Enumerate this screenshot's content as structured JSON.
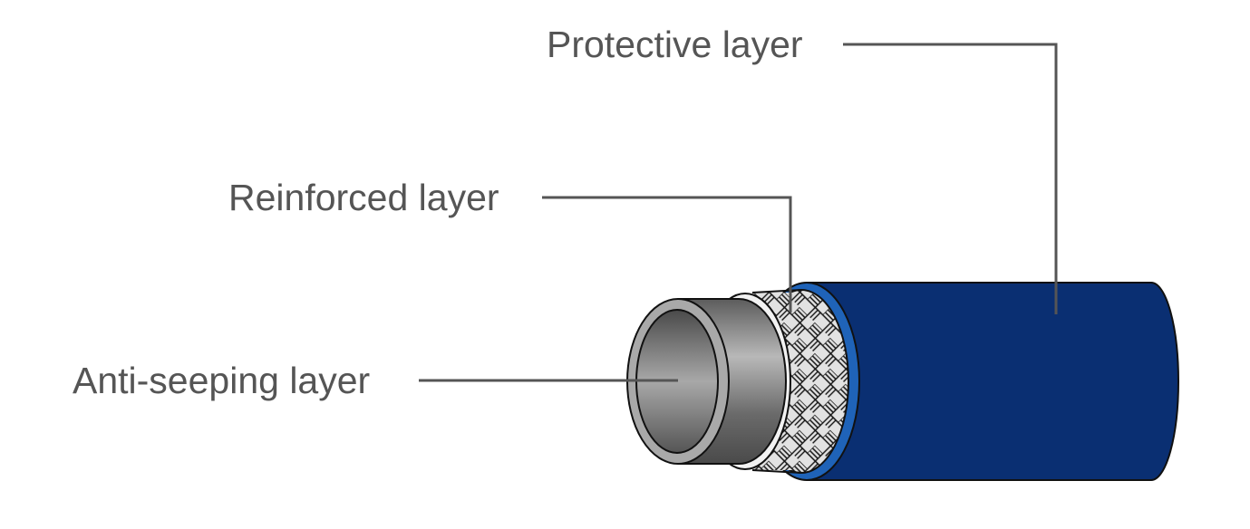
{
  "title": "Hose layer structure",
  "labels": {
    "protective": "Protective layer",
    "reinforced": "Reinforced layer",
    "anti_seeping": "Anti-seeping layer"
  },
  "colors": {
    "protective": "#0a2f72",
    "protective_rim": "#1f63b8",
    "reinforced": "#d9d9d9",
    "anti_seeping": "#6e6e6e",
    "text": "#555555",
    "leader": "#555555"
  }
}
